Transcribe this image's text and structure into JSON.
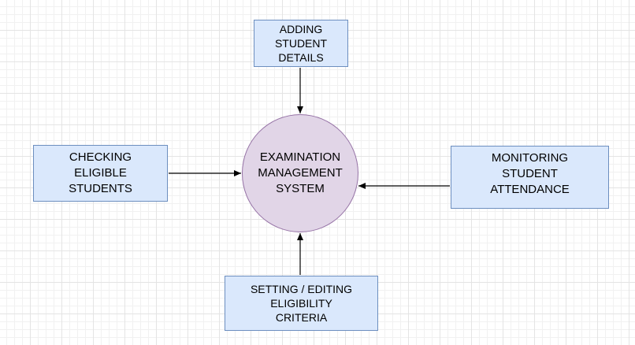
{
  "diagram": {
    "nodes": {
      "adding": {
        "label": "ADDING\nSTUDENT\nDETAILS"
      },
      "checking": {
        "label": "CHECKING\nELIGIBLE\nSTUDENTS"
      },
      "monitoring": {
        "label": "MONITORING\nSTUDENT\nATTENDANCE"
      },
      "setting": {
        "label": "SETTING / EDITING\nELIGIBILITY\nCRITERIA"
      },
      "center": {
        "label": "EXAMINATION\nMANAGEMENT\nSYSTEM"
      }
    },
    "colors": {
      "box_fill": "#dae8fc",
      "box_stroke": "#6c8ebf",
      "circle_fill": "#e1d5e7",
      "circle_stroke": "#9673a6",
      "arrow": "#000000"
    }
  }
}
